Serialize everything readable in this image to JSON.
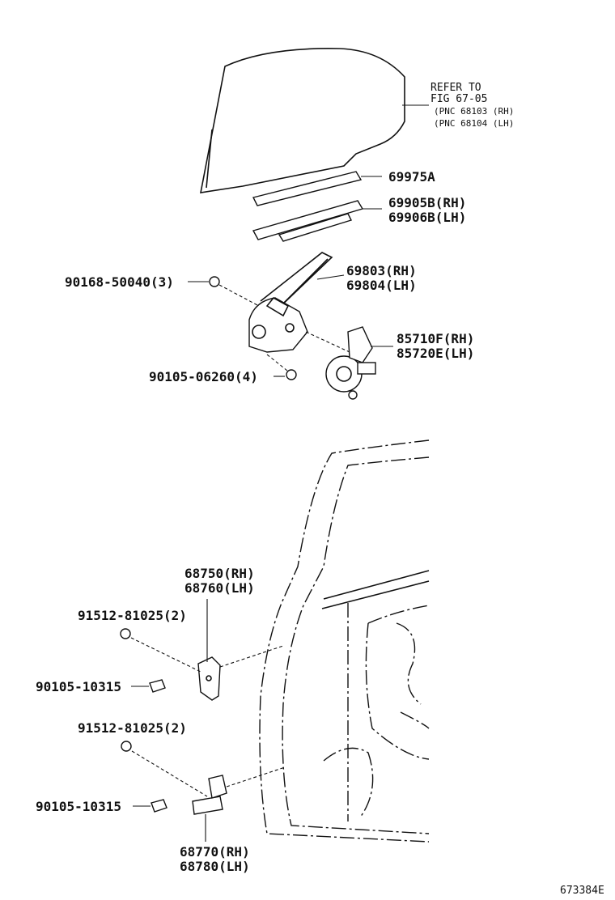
{
  "refer": {
    "line1": "REFER TO",
    "line2": "FIG 67-05",
    "line3": "(PNC 68103 (RH)",
    "line4": "(PNC 68104 (LH)"
  },
  "labels": {
    "p69975a": "69975A",
    "p69905b": "69905B(RH)",
    "p69906b": "69906B(LH)",
    "p69803": "69803(RH)",
    "p69804": "69804(LH)",
    "p90168": "90168-50040(3)",
    "p85710f": "85710F(RH)",
    "p85720e": "85720E(LH)",
    "p90105_06260": "90105-06260(4)",
    "p68750": "68750(RH)",
    "p68760": "68760(LH)",
    "p91512_a": "91512-81025(2)",
    "p90105_10315_a": "90105-10315",
    "p91512_b": "91512-81025(2)",
    "p90105_10315_b": "90105-10315",
    "p68770": "68770(RH)",
    "p68780": "68780(LH)"
  },
  "figure_id": "673384E"
}
